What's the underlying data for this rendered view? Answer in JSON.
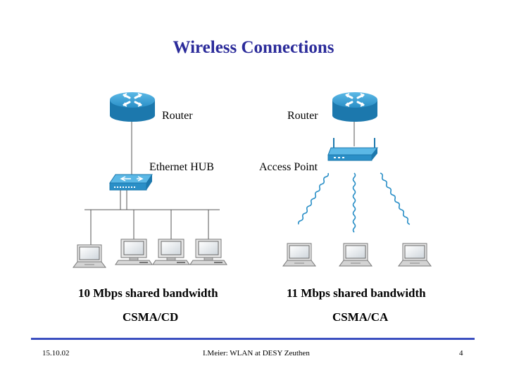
{
  "title": "Wireless Connections",
  "left": {
    "router_label": "Router",
    "hub_label": "Ethernet HUB",
    "bandwidth": "10 Mbps shared bandwidth",
    "protocol": "CSMA/CD"
  },
  "right": {
    "router_label": "Router",
    "ap_label": "Access Point",
    "bandwidth": "11 Mbps shared bandwidth",
    "protocol": "CSMA/CA"
  },
  "footer": {
    "date": "15.10.02",
    "author": "I.Meier: WLAN at DESY Zeuthen",
    "page": "4"
  },
  "colors": {
    "title": "#2b2b9a",
    "device_blue": "#2a8fc7",
    "footer_line": "#3b4fc0"
  }
}
